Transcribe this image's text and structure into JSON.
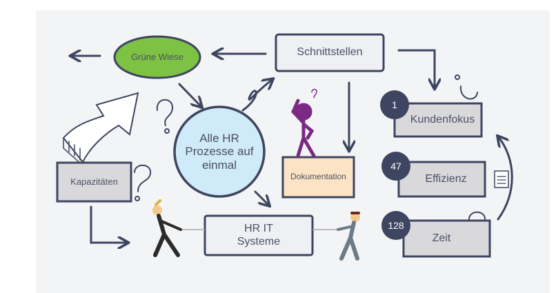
{
  "nodes": {
    "gruene_wiese": "Grüne Wiese",
    "schnittstellen": "Schnittstellen",
    "alle_hr_prozesse": "Alle HR Prozesse auf einmal",
    "dokumentation": "Dokumentation",
    "kapazitaeten": "Kapazitäten",
    "hr_it_systeme": "HR IT Systeme"
  },
  "ranked": [
    {
      "rank": "1",
      "label": "Kundenfokus"
    },
    {
      "rank": "47",
      "label": "Effizienz"
    },
    {
      "rank": "128",
      "label": "Zeit"
    }
  ],
  "colors": {
    "stroke": "#3e4560",
    "green": "#7dc242",
    "blue": "#cfeaf8",
    "peach": "#fbe3c4",
    "gray": "#d9d9dc",
    "light": "#eef0f3",
    "purple": "#7a2a82"
  }
}
